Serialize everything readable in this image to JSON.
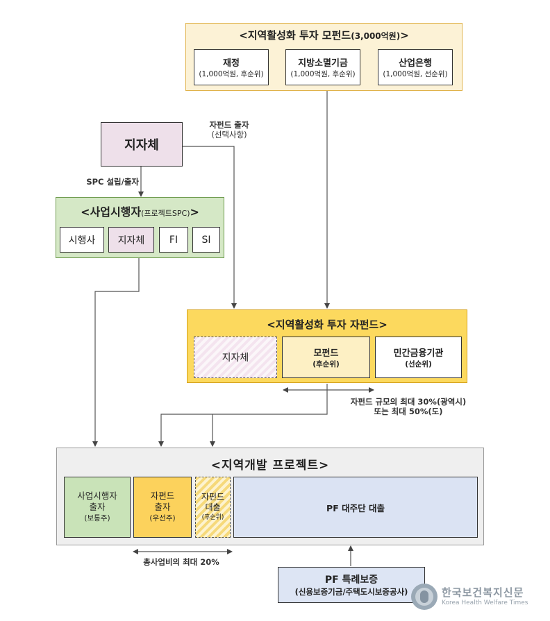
{
  "mother_fund": {
    "title": "<지역활성화 투자 모펀드",
    "title_amount": "(3,000억원)",
    "title_end": ">",
    "items": [
      {
        "name": "재정",
        "detail": "(1,000억원, 후순위)"
      },
      {
        "name": "지방소멸기금",
        "detail": "(1,000억원, 후순위)"
      },
      {
        "name": "산업은행",
        "detail": "(1,000억원, 선순위)"
      }
    ]
  },
  "local_gov": {
    "label": "지자체"
  },
  "spc_arrow_label": "SPC 설립/출자",
  "sub_fund_invest_label": {
    "line1": "자펀드 출자",
    "line2": "(선택사항)"
  },
  "project_spc": {
    "title": "<사업시행자",
    "title_sub": "(프로젝트SPC)",
    "title_end": ">",
    "members": [
      "시행사",
      "지자체",
      "FI",
      "SI"
    ]
  },
  "sub_fund": {
    "title": "<지역활성화 투자 자펀드>",
    "items": [
      {
        "name": "지자체",
        "detail": ""
      },
      {
        "name": "모펀드",
        "detail": "(후순위)"
      },
      {
        "name": "민간금융기관",
        "detail": "(선순위)"
      }
    ],
    "scale_note": {
      "line1": "자펀드 규모의 최대 30%(광역시)",
      "line2": "또는 최대 50%(도)"
    }
  },
  "project": {
    "title": "<지역개발 프로젝트>",
    "items": [
      {
        "line1": "사업시행자",
        "line2": "출자",
        "line3": "(보통주)"
      },
      {
        "line1": "자펀드",
        "line2": "출자",
        "line3": "(우선주)"
      },
      {
        "line1": "자펀드",
        "line2": "대출",
        "line3": "(후순위)"
      }
    ],
    "pf_loan": "PF 대주단 대출",
    "cost_note": "총사업비의 최대 20%"
  },
  "guarantee": {
    "title": "PF 특례보증",
    "detail": "(신용보증기금/주택도시보증공사)"
  },
  "watermark": {
    "ko": "한국보건복지신문",
    "en": "Korea Health Welfare Times"
  },
  "colors": {
    "mother_fund_bg": "#fcf2d6",
    "mother_fund_border": "#e0b24a",
    "local_gov_bg": "#eee0ea",
    "spc_bg": "#d5e8c6",
    "spc_border": "#6e9b4e",
    "sub_fund_bg": "#fcd95e",
    "sub_fund_border": "#d6a21d",
    "project_bg": "#efefef",
    "project_border": "#9a9a9a",
    "equity_green": "#c9e3b8",
    "equity_yellow": "#fcd25c",
    "pf_blue": "#dbe3f3",
    "guarantee_bg": "#dde5f4"
  }
}
